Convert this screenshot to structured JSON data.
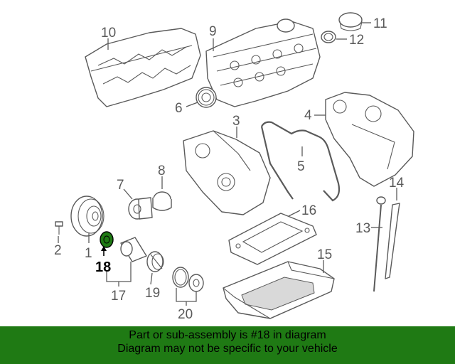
{
  "callouts": {
    "c1": "1",
    "c2": "2",
    "c3": "3",
    "c4": "4",
    "c5": "5",
    "c6": "6",
    "c7": "7",
    "c8": "8",
    "c9": "9",
    "c10": "10",
    "c11": "11",
    "c12": "12",
    "c13": "13",
    "c14": "14",
    "c15": "15",
    "c16": "16",
    "c17": "17",
    "c18": "18",
    "c19": "19",
    "c20": "20"
  },
  "highlight": {
    "part_number": "18",
    "color": "#1f7a14"
  },
  "footer": {
    "line1": "Part or sub-assembly is #18 in diagram",
    "line2": "Diagram may not be specific to your vehicle",
    "background": "#1f7a14"
  }
}
